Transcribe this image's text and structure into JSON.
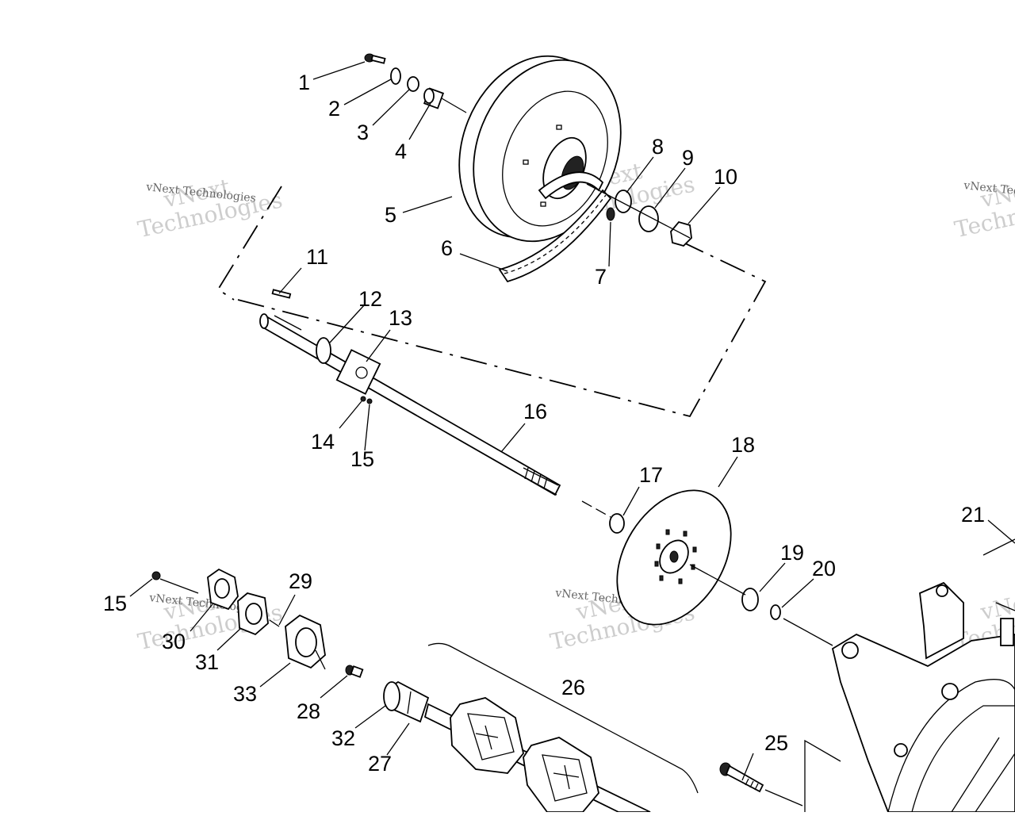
{
  "callouts": [
    "1",
    "2",
    "3",
    "4",
    "5",
    "6",
    "7",
    "8",
    "9",
    "10",
    "11",
    "12",
    "13",
    "14",
    "15",
    "16",
    "17",
    "18",
    "19",
    "20",
    "21",
    "15",
    "30",
    "31",
    "29",
    "33",
    "28",
    "32",
    "27",
    "26",
    "25"
  ],
  "watermark": {
    "brand": "vNext Technologies",
    "line1": "vNext",
    "line2": "Technologies"
  }
}
